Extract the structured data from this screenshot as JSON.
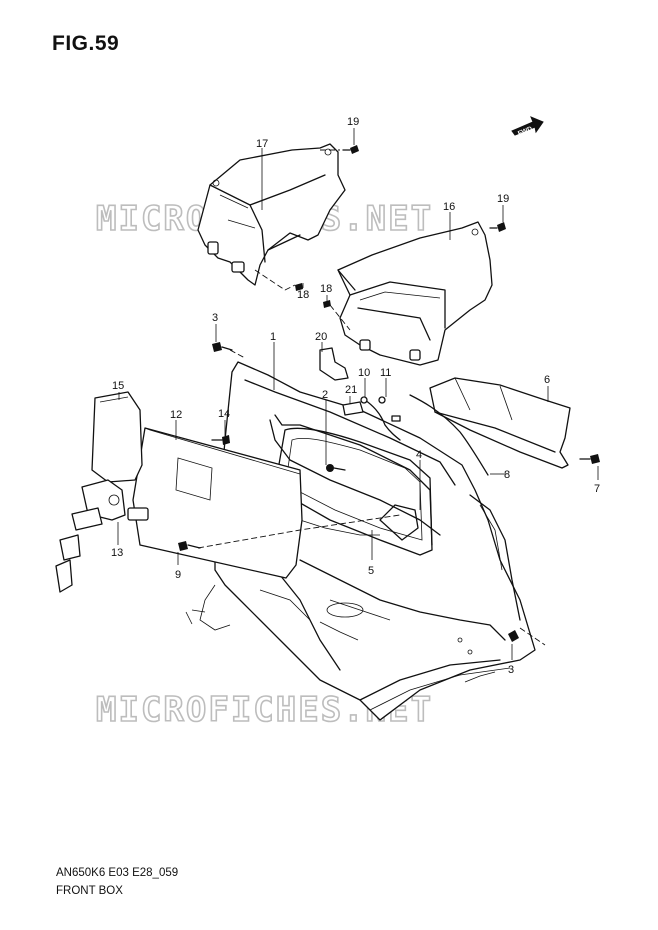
{
  "figure": {
    "title": "FIG.59"
  },
  "watermarks": [
    "MICROFICHES.NET",
    "MICROFICHES.NET"
  ],
  "direction_marker": {
    "text": "FWD",
    "icon": "forward-arrow-icon"
  },
  "part_callouts": {
    "p1": "1",
    "p2": "2",
    "p3a": "3",
    "p3b": "3",
    "p4": "4",
    "p5": "5",
    "p6": "6",
    "p7": "7",
    "p8": "8",
    "p9": "9",
    "p10": "10",
    "p11": "11",
    "p12": "12",
    "p13": "13",
    "p14": "14",
    "p15": "15",
    "p16": "16",
    "p17": "17",
    "p18a": "18",
    "p18b": "18",
    "p19a": "19",
    "p19b": "19",
    "p20": "20",
    "p21": "21"
  },
  "footer": {
    "code": "AN650K6 E03 E28_059",
    "name": "FRONT BOX"
  }
}
